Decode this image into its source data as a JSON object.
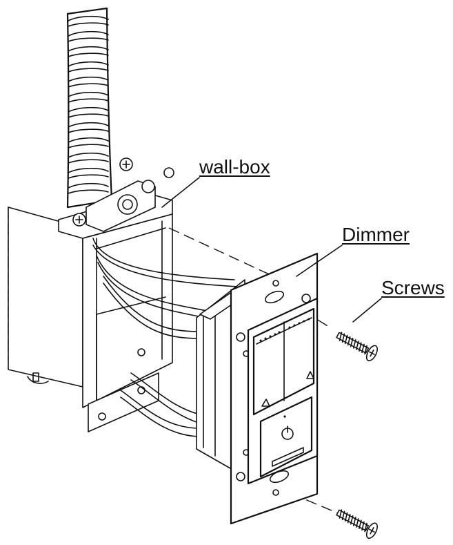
{
  "labels": {
    "wall_box": "wall-box",
    "dimmer": "Dimmer",
    "screws": "Screws"
  },
  "colors": {
    "line": "#111111",
    "background": "#ffffff"
  }
}
